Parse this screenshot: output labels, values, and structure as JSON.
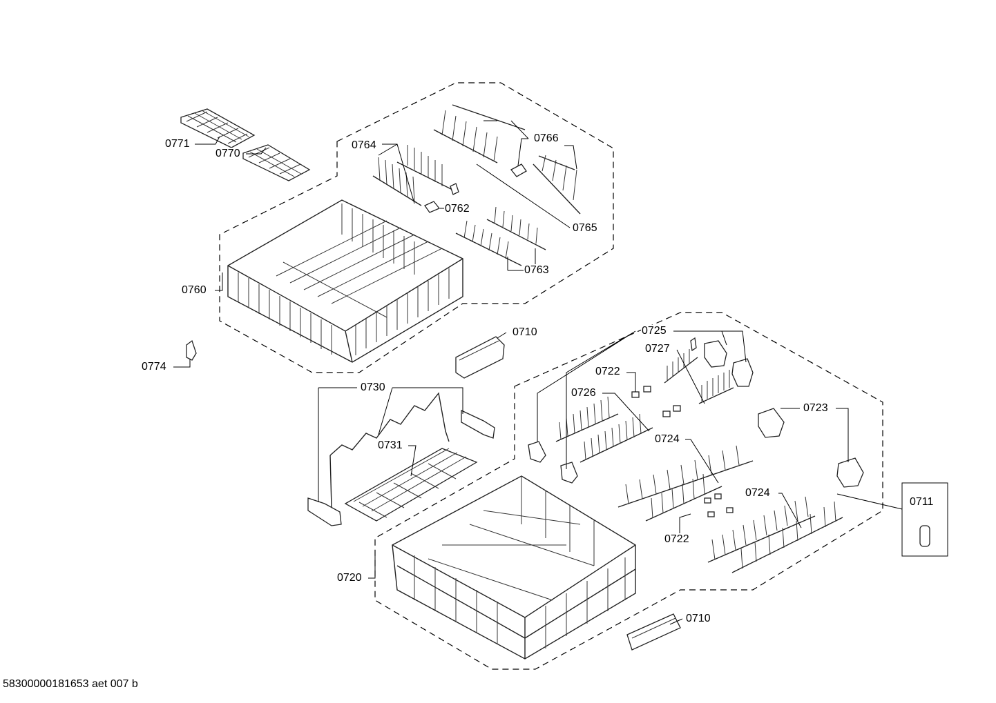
{
  "callouts": {
    "c0771": "0771",
    "c0770": "0770",
    "c0764": "0764",
    "c0766": "0766",
    "c0762": "0762",
    "c0765": "0765",
    "c0763": "0763",
    "c0760": "0760",
    "c0774": "0774",
    "c0710_top": "0710",
    "c0730": "0730",
    "c0731": "0731",
    "c0725": "0725",
    "c0727": "0727",
    "c0722_top": "0722",
    "c0726": "0726",
    "c0723": "0723",
    "c0724_mid": "0724",
    "c0724_low": "0724",
    "c0722_low": "0722",
    "c0711": "0711",
    "c0720": "0720",
    "c0710_bottom": "0710"
  },
  "footer": {
    "document_id": "58300000181653 aet 007 b"
  }
}
